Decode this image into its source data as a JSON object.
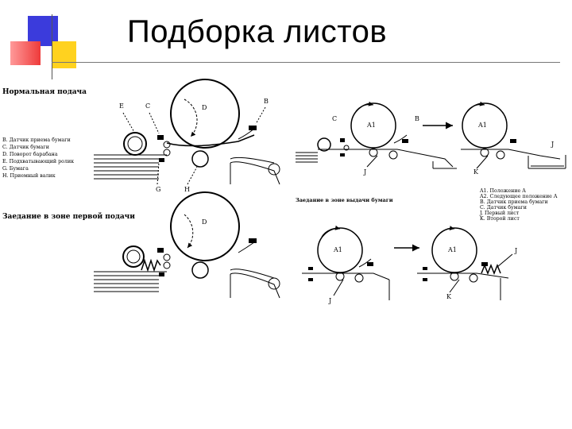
{
  "slide": {
    "title": "Подборка листов",
    "colors": {
      "blue": "#3b3bdc",
      "red": "#ee3a3a",
      "yellow": "#ffd21f"
    }
  },
  "panel_normal": {
    "caption": "Нормальная подача",
    "legend": [
      "B. Датчик приема бумаги",
      "C. Датчик бумаги",
      "D. Поворот барабана",
      "E. Подхватывающий ролик",
      "G. Бумага",
      "H. Приемный валик"
    ],
    "labels": {
      "E": "E",
      "C": "C",
      "D": "D",
      "B": "B",
      "G": "G",
      "H": "H"
    }
  },
  "panel_first_feed_jam": {
    "caption": "Заедание в зоне первой подачи",
    "labels": {
      "D": "D"
    }
  },
  "panel_output": {
    "labels": {
      "C": "C",
      "A1_left": "A1",
      "B": "B",
      "A1_right": "A1",
      "J_left": "J",
      "K": "K",
      "J_right": "J"
    }
  },
  "panel_output_jam": {
    "caption": "Заедание в зоне выдачи бумаги",
    "legend": [
      "A1. Положение A",
      "A2. Следующее положение A",
      "B. Датчик приема бумаги",
      "C. Датчик бумаги",
      "J. Первый лист",
      "K. Второй лист"
    ],
    "labels": {
      "A1_left": "A1",
      "J_left": "J",
      "A1_right": "A1",
      "J_right": "J",
      "K": "K"
    }
  }
}
